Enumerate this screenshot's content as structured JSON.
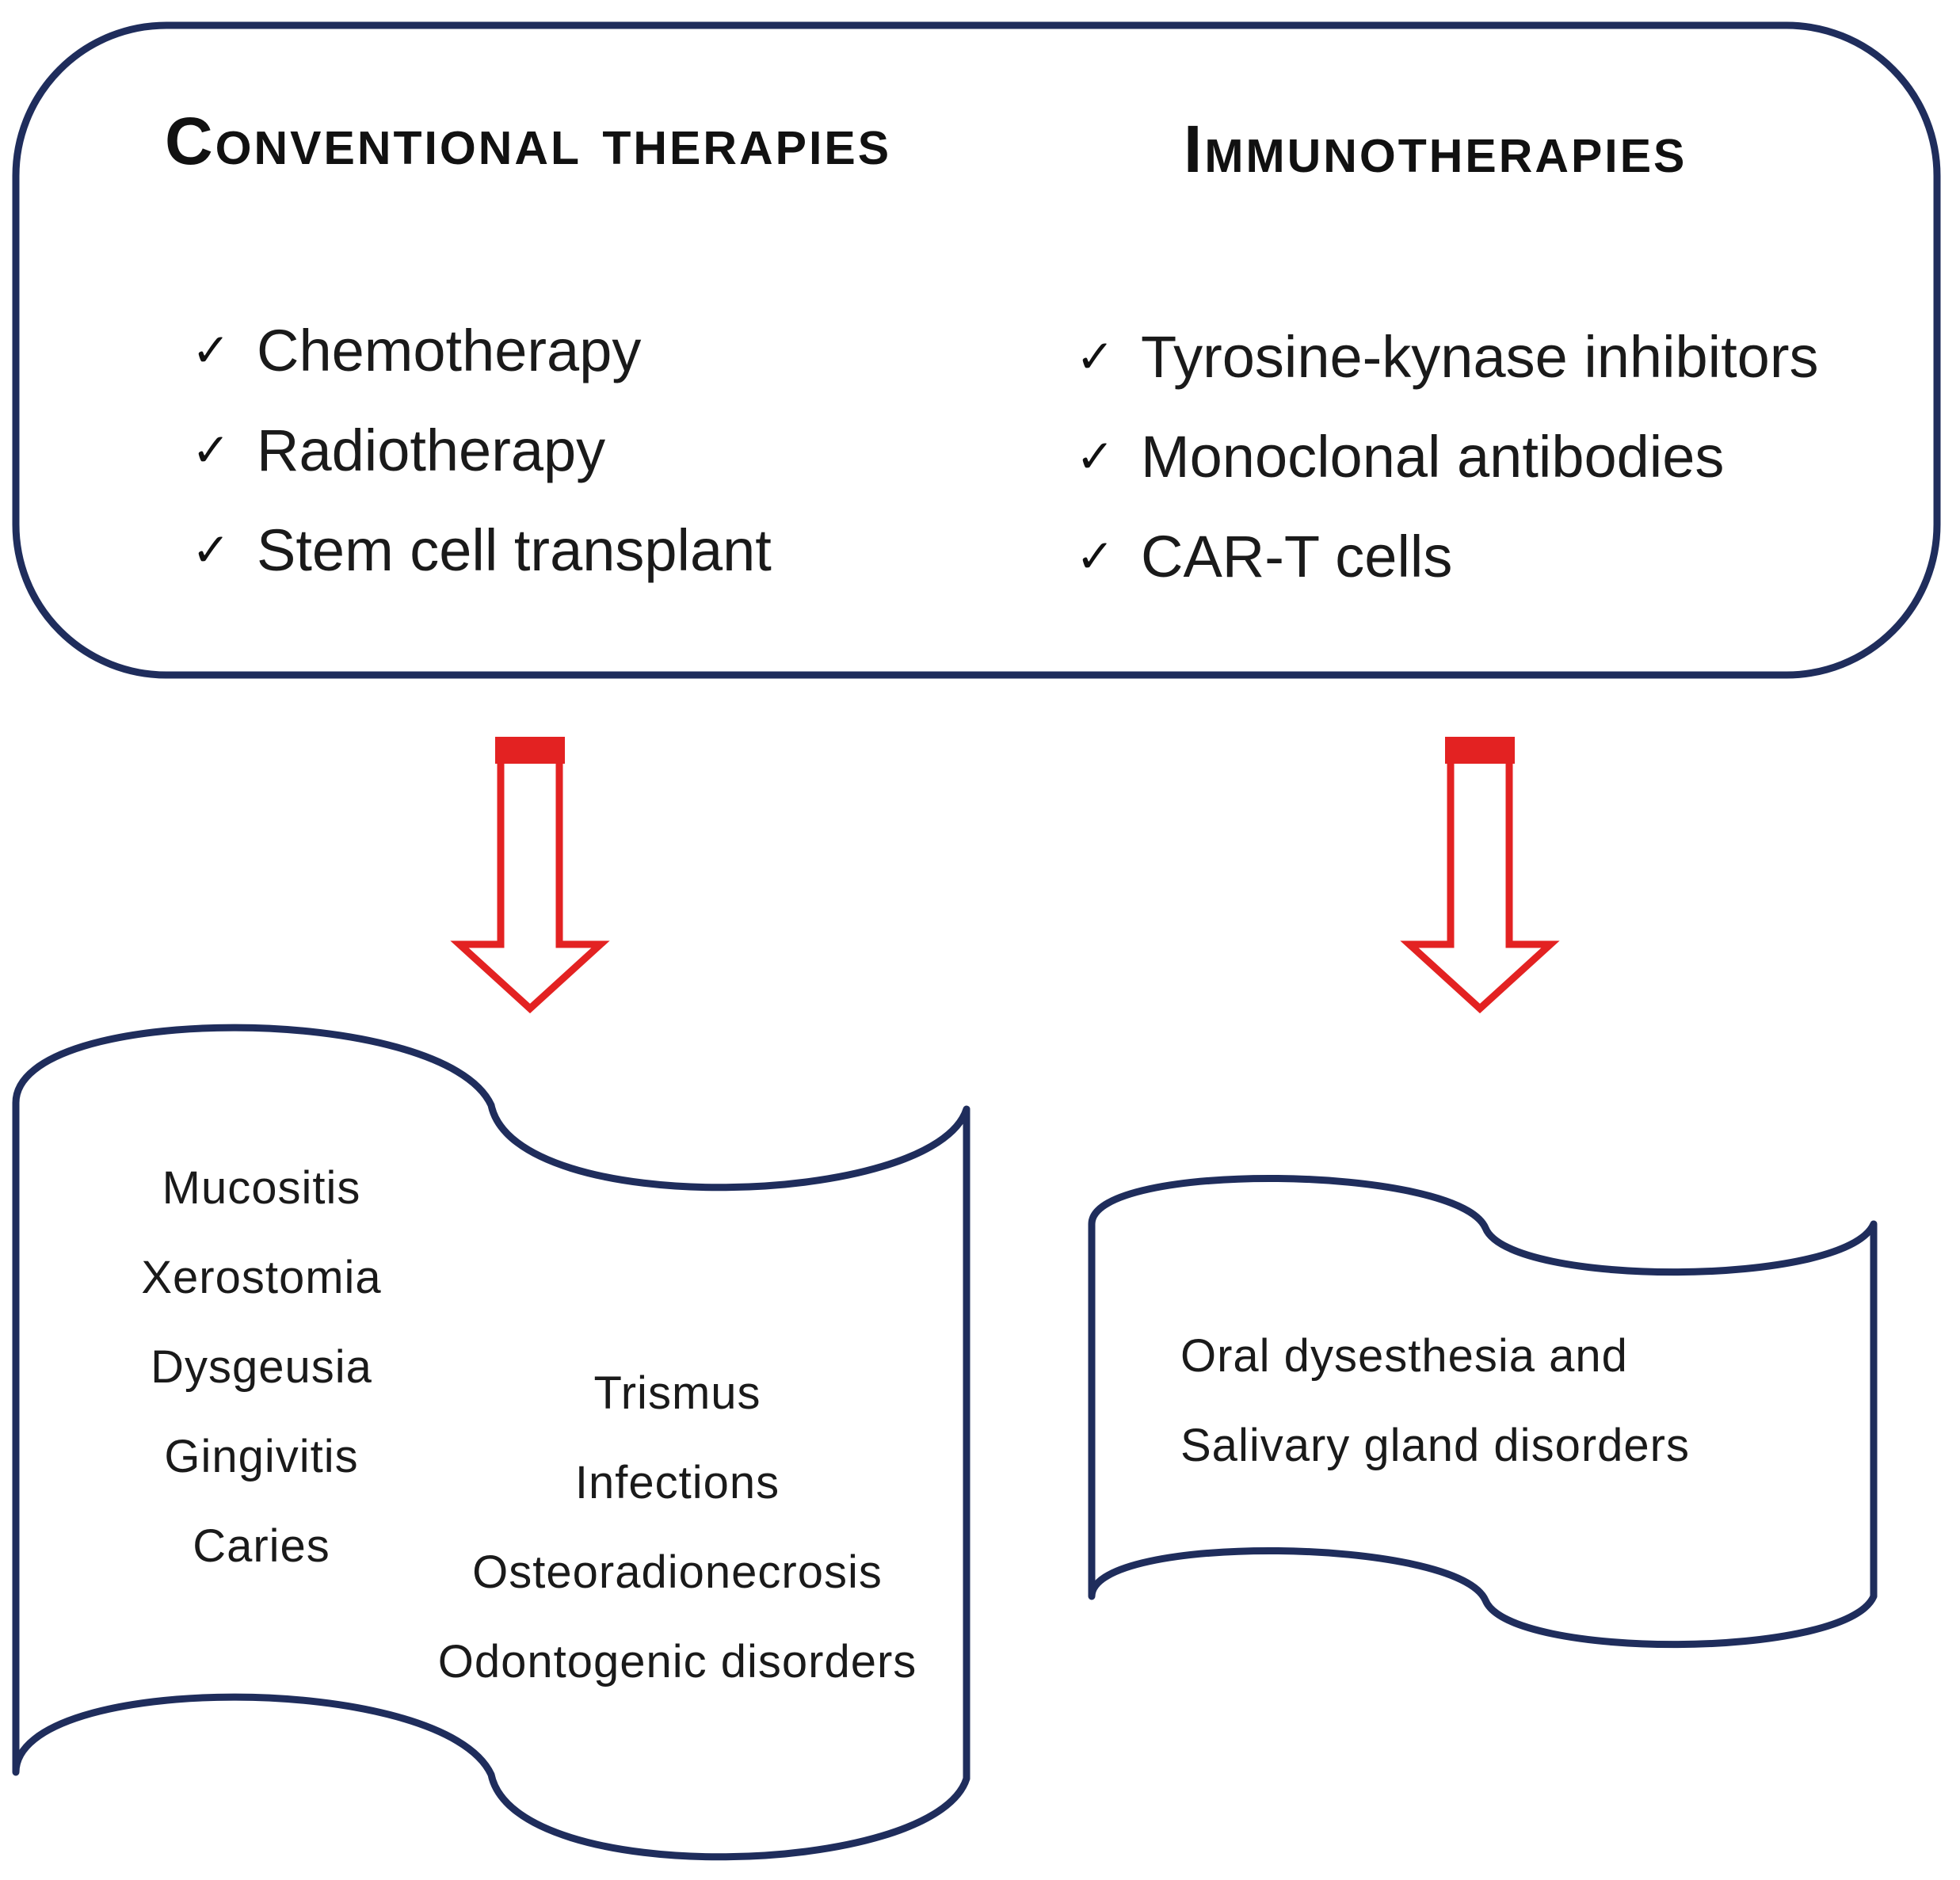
{
  "conventional": {
    "heading": "Conventional therapies",
    "items": [
      "Chemotherapy",
      "Radiotherapy",
      "Stem cell transplant"
    ]
  },
  "immuno": {
    "heading": "Immunotherapies",
    "items": [
      "Tyrosine-kynase inhibitors",
      "Monoclonal antibodies",
      "CAR-T cells"
    ]
  },
  "conventional_effects": {
    "column_a": [
      "Mucositis",
      "Xerostomia",
      "Dysgeusia",
      "Gingivitis",
      "Caries"
    ],
    "column_b": [
      "Trismus",
      "Infections",
      "Osteoradionecrosis",
      "Odontogenic disorders"
    ]
  },
  "immuno_effects": {
    "lines": [
      "Oral dysesthesia and",
      "Salivary gland disorders"
    ]
  },
  "check_glyph": "✓",
  "colors": {
    "box_stroke": "#1f2d5c",
    "arrow_stroke": "#e32222",
    "text": "#1a1a1a"
  }
}
